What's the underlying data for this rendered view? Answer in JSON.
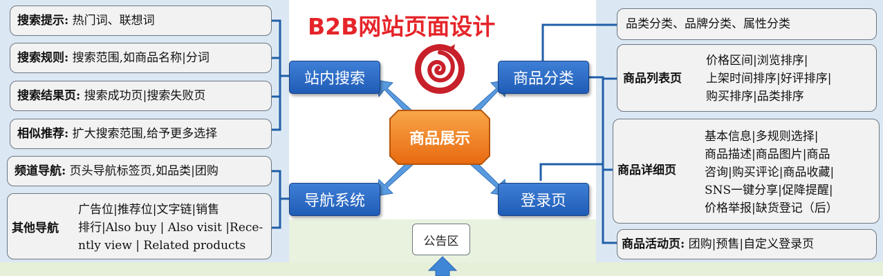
{
  "title": "B2B网站页面设计",
  "center": "商品展示",
  "notice": "公告区",
  "nodes": {
    "search": "站内搜索",
    "category": "商品分类",
    "nav": "导航系统",
    "login": "登录页"
  },
  "left": {
    "s1": {
      "head": "搜索提示:",
      "body": " 热门词、联想词"
    },
    "s2": {
      "head": "搜索规则:",
      "body": " 搜索范围,如商品名称|分词"
    },
    "s3": {
      "head": "搜索结果页:",
      "body": " 搜索成功页|搜索失败页"
    },
    "s4": {
      "head": "相似推荐:",
      "body": " 扩大搜索范围,给予更多选择"
    },
    "n1": {
      "head": "频道导航:",
      "body": " 页头导航标签页,如品类|团购"
    },
    "n2": {
      "head": "其他导航",
      "lines": [
        "广告位|推荐位|文字链|销售",
        "排行|Also buy | Also visit |Rece-",
        "ntly view | Related products"
      ]
    }
  },
  "right": {
    "c1": "品类分类、品牌分类、属性分类",
    "list": {
      "head": "商品列表页",
      "lines": [
        "价格区间|浏览排序|",
        "上架时间排序|好评排序|",
        "购买排序|品类排序"
      ]
    },
    "detail": {
      "head": "商品详细页",
      "lines": [
        "基本信息|多规则选择|",
        "商品描述|商品图片|商品",
        "咨询|购买评论|商品收藏|",
        "SNS一键分享|促降提醒|",
        "价格举报|缺货登记（后）"
      ]
    },
    "activity": {
      "head": "商品活动页:",
      "body": " 团购|预售|自定义登录页"
    }
  },
  "colors": {
    "title": "#e5252a",
    "node_blue": "#2a6bc6",
    "center_orange": "#f07f1e",
    "connector": "#1f5ea8"
  }
}
